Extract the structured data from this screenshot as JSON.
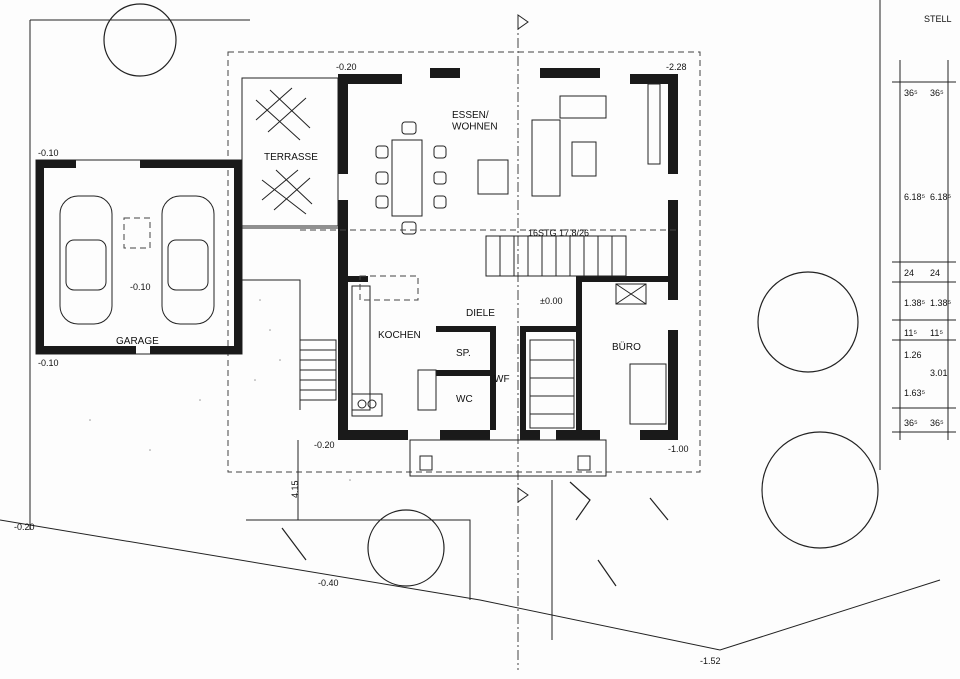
{
  "rooms": {
    "essen_wohnen": "ESSEN/\nWOHNEN",
    "terrasse": "TERRASSE",
    "garage": "GARAGE",
    "kochen": "KOCHEN",
    "diele": "DIELE",
    "sp": "SP.",
    "wc": "WC",
    "wf": "WF",
    "buero": "BÜRO"
  },
  "stairs_label": "16STG 17.8/26",
  "level_marks": {
    "top_left_house": "-0.20",
    "top_right": "-2.28",
    "garage_top": "-0.10",
    "garage_bottom": "-0.10",
    "garage_center": "-0.10",
    "house_bottom_left": "-0.20",
    "house_bottom_right": "-1.00",
    "diele": "±0.00",
    "site_left": "-0.20",
    "path": "-0.40",
    "site_bottom": "-1.52"
  },
  "dimensions": {
    "vertical_4_15": "4.15",
    "right_col1": [
      "36⁵",
      "6.18⁵",
      "24",
      "1.38⁵",
      "11⁵",
      "1.26",
      "1.63⁵",
      "36⁵"
    ],
    "right_col2": [
      "36⁵",
      "6.18⁵",
      "24",
      "1.38⁵",
      "11⁵",
      "3.01",
      "36⁵"
    ],
    "top_right_text": "STELL"
  }
}
